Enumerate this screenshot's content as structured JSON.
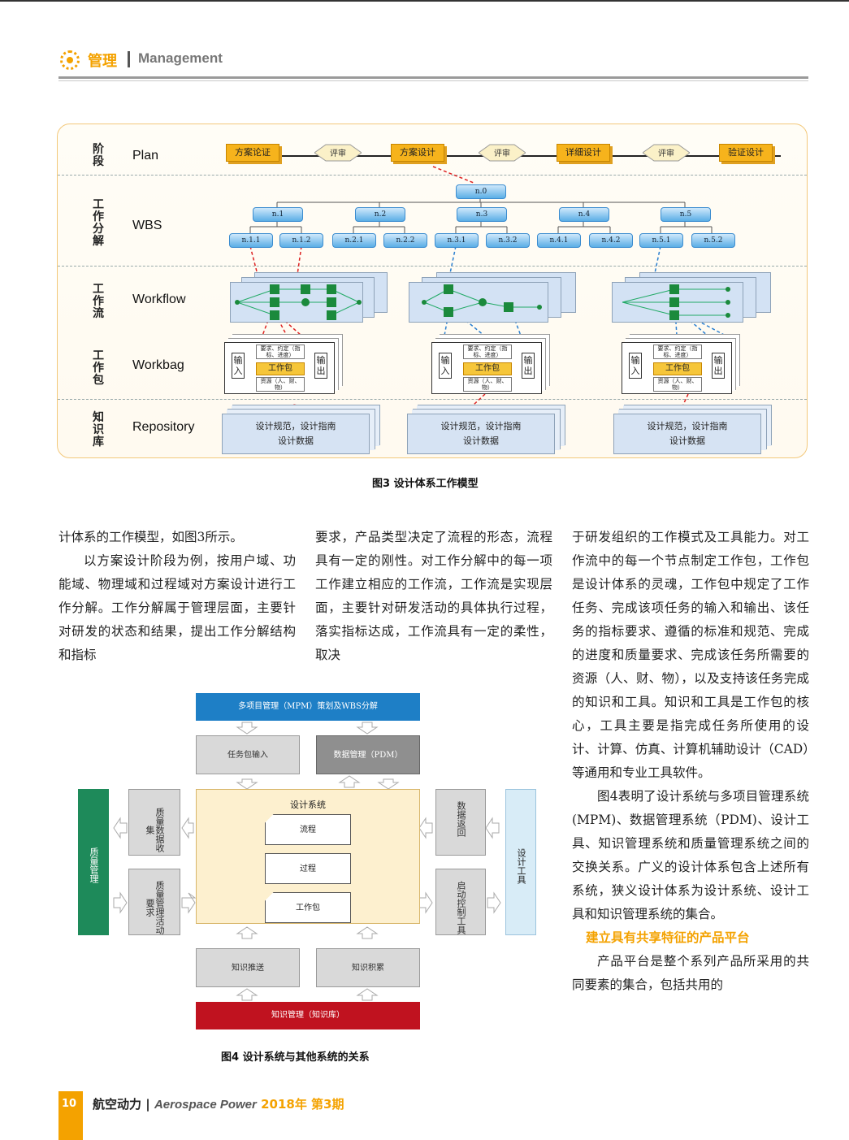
{
  "header": {
    "section_cn": "管理",
    "section_en": "Management"
  },
  "figure3": {
    "rows": [
      {
        "cn": "阶段",
        "en": "Plan"
      },
      {
        "cn": "工作分解",
        "en": "WBS"
      },
      {
        "cn": "工作流",
        "en": "Workflow"
      },
      {
        "cn": "工作包",
        "en": "Workbag"
      },
      {
        "cn": "知识库",
        "en": "Repository"
      }
    ],
    "plan_boxes": [
      "方案论证",
      "方案设计",
      "详细设计",
      "验证设计"
    ],
    "review_label": "评审",
    "wbs_root": "n.0",
    "wbs_level1": [
      "n.1",
      "n.2",
      "n.3",
      "n.4",
      "n.5"
    ],
    "wbs_level2": [
      "n.1.1",
      "n.1.2",
      "n.2.1",
      "n.2.2",
      "n.3.1",
      "n.3.2",
      "n.4.1",
      "n.4.2",
      "n.5.1",
      "n.5.2"
    ],
    "workbag": {
      "input": "输入",
      "output": "输出",
      "requirements": "要求、约定（指标、进度）",
      "core": "工作包",
      "resources": "资源（人、财、物）"
    },
    "repository_line1": "设计规范，设计指南",
    "repository_line2": "设计数据",
    "caption": "图3  设计体系工作模型"
  },
  "column1": {
    "p1": "计体系的工作模型，如图3所示。",
    "p2": "以方案设计阶段为例，按用户域、功能域、物理域和过程域对方案设计进行工作分解。工作分解属于管理层面，主要针对研发的状态和结果，提出工作分解结构和指标"
  },
  "column2": {
    "p1": "要求，产品类型决定了流程的形态，流程具有一定的刚性。对工作分解中的每一项工作建立相应的工作流，工作流是实现层面，主要针对研发活动的具体执行过程，落实指标达成，工作流具有一定的柔性，取决"
  },
  "column3": {
    "p1": "于研发组织的工作模式及工具能力。对工作流中的每一个节点制定工作包，工作包是设计体系的灵魂，工作包中规定了工作任务、完成该项任务的输入和输出、该任务的指标要求、遵循的标准和规范、完成的进度和质量要求、完成该任务所需要的资源（人、财、物），以及支持该任务完成的知识和工具。知识和工具是工作包的核心，工具主要是指完成任务所使用的设计、计算、仿真、计算机辅助设计（CAD）等通用和专业工具软件。",
    "p2": "图4表明了设计系统与多项目管理系统(MPM)、数据管理系统（PDM)、设计工具、知识管理系统和质量管理系统之间的交换关系。广义的设计体系包含上述所有系统，狭义设计体系为设计系统、设计工具和知识管理系统的集合。",
    "heading": "建立具有共享特征的产品平台",
    "p3": "产品平台是整个系列产品所采用的共同要素的集合，包括共用的"
  },
  "figure4": {
    "mpm": "多项目管理（MPM）策划及WBS分解",
    "task_input": "任务包输入",
    "pdm": "数据管理（PDM）",
    "design_system": "设计系统",
    "flow": "流程",
    "process": "过程",
    "workbag": "工作包",
    "quality_mgmt": "质量管理",
    "quality_collect": "质量数据收集",
    "quality_req": "质量管理活动要求",
    "data_return": "数据返回",
    "launch_control": "启动控制工具",
    "design_tools": "设计工具",
    "knowledge_push": "知识推送",
    "knowledge_accum": "知识积累",
    "knowledge_mgmt": "知识管理（知识库）",
    "caption": "图4  设计系统与其他系统的关系",
    "colors": {
      "blue": "#1e7fc6",
      "green": "#1e8a5a",
      "red": "#c0121f",
      "design_bg": "#fdf0cf",
      "tools_bg": "#d8ecf7"
    }
  },
  "footer": {
    "page": "10",
    "journal_cn": "航空动力",
    "journal_en": "Aerospace Power",
    "issue": "2018年 第3期"
  }
}
